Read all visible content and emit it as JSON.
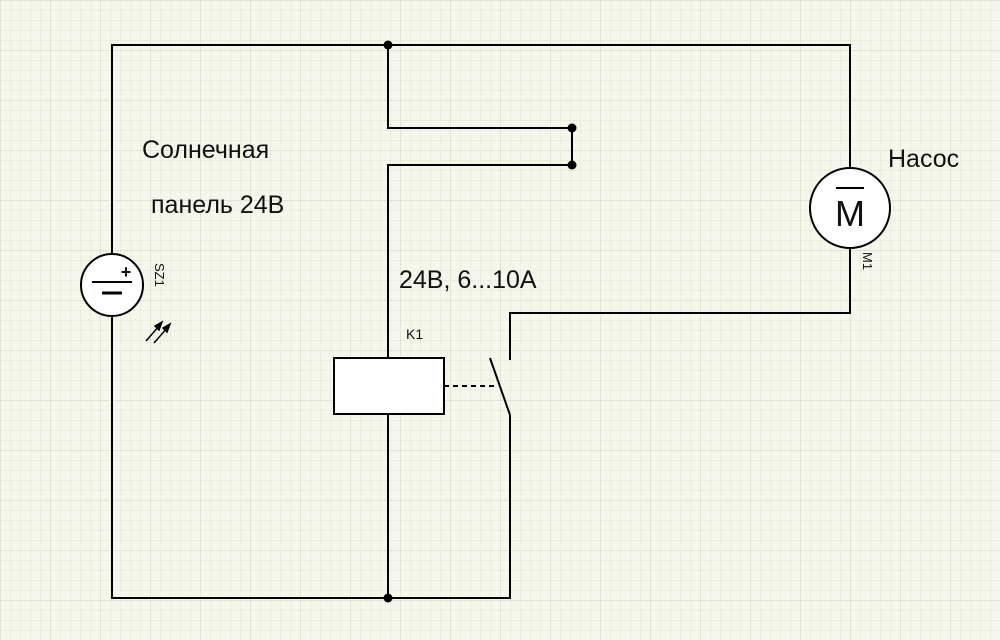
{
  "colors": {
    "background": "#f6f7ec",
    "grid_minor": "#e1e4cf",
    "grid_major": "#cfd3b8",
    "wire": "#000000"
  },
  "labels": {
    "solar_panel_line1": "Солнечная",
    "solar_panel_line2": "панель 24В",
    "relay_rating": "24В, 6...10А",
    "relay_ref": "K1",
    "pump_name": "Насос",
    "motor_ref": "M1",
    "motor_symbol": "M",
    "solar_ref": "SZ1",
    "solar_plus": "+"
  },
  "components": [
    {
      "id": "SZ1",
      "kind": "solar-cell",
      "icon": "solar-cell-icon"
    },
    {
      "id": "K1",
      "kind": "relay",
      "icon": "relay-coil-icon"
    },
    {
      "id": "M1",
      "kind": "dc-motor",
      "icon": "motor-icon"
    }
  ]
}
